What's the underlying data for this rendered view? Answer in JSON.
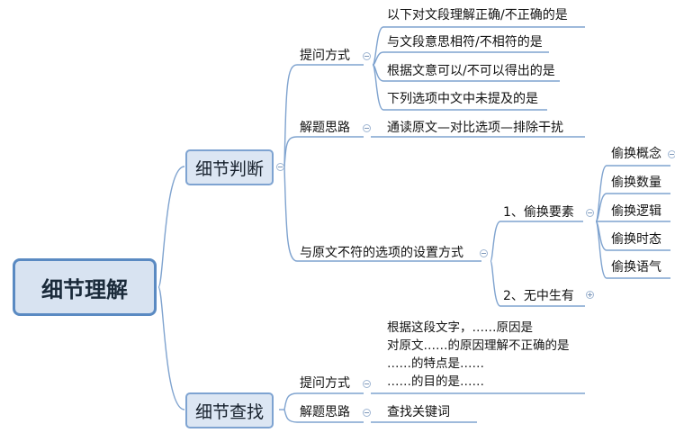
{
  "root": {
    "label": "细节理解"
  },
  "branches": {
    "detail_judgment": {
      "label": "细节判断",
      "question_style": {
        "label": "提问方式",
        "items": [
          "以下对文段理解正确/不正确的是",
          "与文段意思相符/不相符的是",
          "根据文意可以/不可以得出的是",
          "下列选项中文中未提及的是"
        ]
      },
      "approach": {
        "label": "解题思路",
        "item": "通读原文—对比选项—排除干扰"
      },
      "mismatch_options": {
        "label": "与原文不符的选项的设置方式",
        "swap_elements": {
          "label": "1、偷换要素",
          "items": [
            "偷换概念",
            "偷换数量",
            "偷换逻辑",
            "偷换时态",
            "偷换语气"
          ]
        },
        "fabrication": {
          "label": "2、无中生有"
        }
      }
    },
    "detail_search": {
      "label": "细节查找",
      "question_style": {
        "label": "提问方式",
        "lines": [
          "根据这段文字，……原因是",
          "对原文……的原因理解不正确的是",
          "……的特点是……",
          "……的目的是……"
        ]
      },
      "approach": {
        "label": "解题思路",
        "item": "查找关键词"
      }
    }
  }
}
